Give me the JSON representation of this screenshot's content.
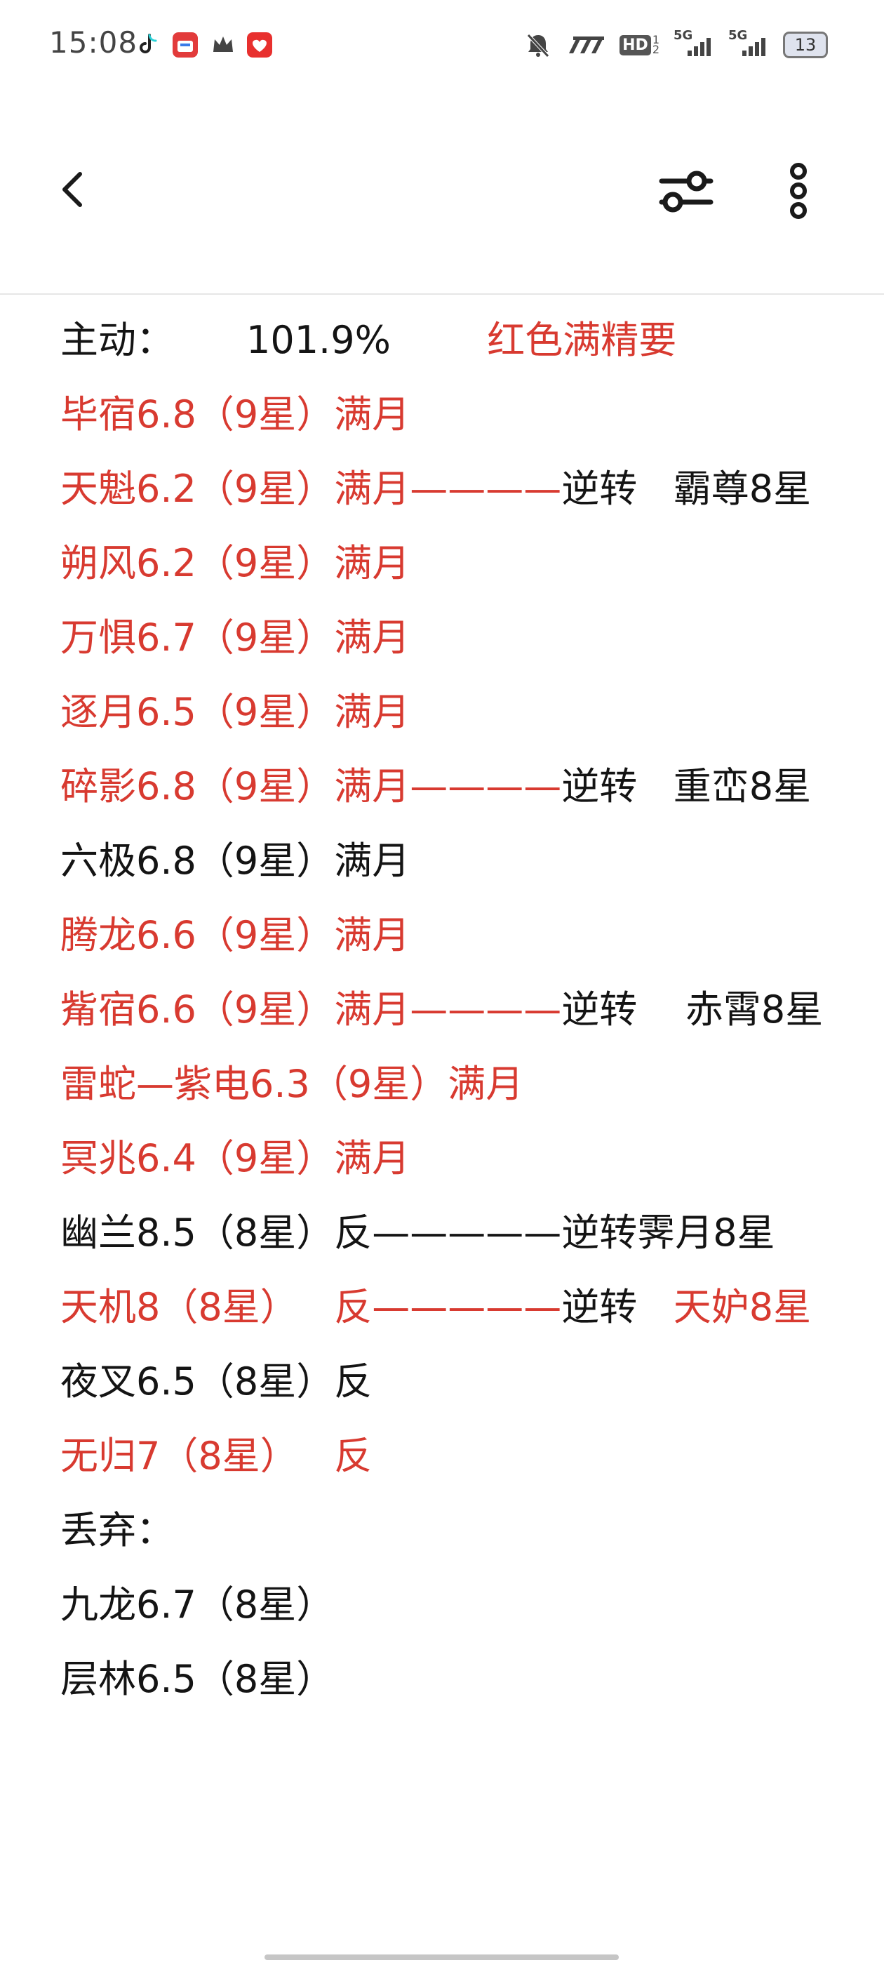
{
  "status_bar": {
    "time": "15:08",
    "notification_icons": [
      "tiktok-icon",
      "store-app-icon",
      "crown-app-icon",
      "shopping-app-icon"
    ],
    "indicator_icons": [
      "mute-bell-icon",
      "wifi-icon",
      "hd-voice-icon",
      "signal-5g-icon",
      "signal-5g-icon"
    ],
    "network_1": "5G",
    "network_2": "5G",
    "hd_label": "HD",
    "battery": "13"
  },
  "toolbar": {
    "back_icon": "chevron-left-icon",
    "filter_icon": "sliders-icon",
    "more_icon": "more-vertical-icon"
  },
  "colors": {
    "red": "#d83a30",
    "black": "#141414"
  },
  "lines": [
    [
      {
        "t": "主动：      101.9%        ",
        "c": "black"
      },
      {
        "t": "红色满精要",
        "c": "red"
      }
    ],
    [
      {
        "t": "毕宿6.8（9星）满月",
        "c": "red"
      }
    ],
    [
      {
        "t": "天魁6.2（9星）满月————",
        "c": "red"
      },
      {
        "t": "逆转   霸尊8星",
        "c": "black"
      }
    ],
    [
      {
        "t": "朔风6.2（9星）满月",
        "c": "red"
      }
    ],
    [
      {
        "t": "万惧6.7（9星）满月",
        "c": "red"
      }
    ],
    [
      {
        "t": "逐月6.5（9星）满月",
        "c": "red"
      }
    ],
    [
      {
        "t": "碎影6.8（9星）满月————",
        "c": "red"
      },
      {
        "t": "逆转   重峦8星",
        "c": "black"
      }
    ],
    [
      {
        "t": "六极6.8（9星）满月",
        "c": "black"
      }
    ],
    [
      {
        "t": "腾龙6.6（9星）满月",
        "c": "red"
      }
    ],
    [
      {
        "t": "觜宿6.6（9星）满月————",
        "c": "red"
      },
      {
        "t": "逆转    赤霄8星",
        "c": "black"
      }
    ],
    [
      {
        "t": "雷蛇—紫电6.3（9星）满月",
        "c": "red"
      }
    ],
    [
      {
        "t": "冥兆6.4（9星）满月",
        "c": "red"
      }
    ],
    [
      {
        "t": "幽兰8.5（8星）反—————逆转霁月8星",
        "c": "black"
      }
    ],
    [
      {
        "t": "天机8（8星）   反—————",
        "c": "red"
      },
      {
        "t": "逆转   ",
        "c": "black"
      },
      {
        "t": "天妒8星",
        "c": "red"
      }
    ],
    [
      {
        "t": "夜叉6.5（8星）反",
        "c": "black"
      }
    ],
    [
      {
        "t": "无归7（8星）   反",
        "c": "red"
      }
    ],
    [
      {
        "t": "丢弃：",
        "c": "black"
      }
    ],
    [
      {
        "t": "九龙6.7（8星）",
        "c": "black"
      }
    ],
    [
      {
        "t": "层林6.5（8星）",
        "c": "black"
      }
    ]
  ]
}
